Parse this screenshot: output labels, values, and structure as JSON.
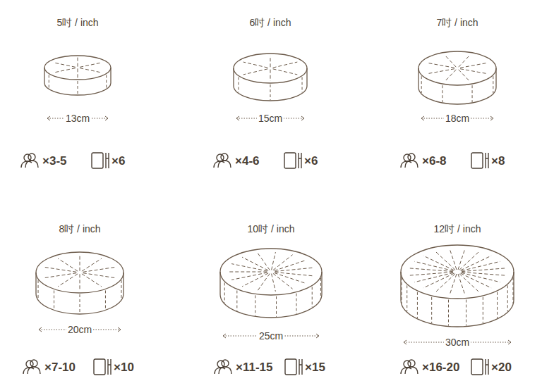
{
  "diagram": {
    "labels": [
      "5吋 / inch",
      "13cm",
      "×3-5",
      "×6",
      "6吋 / inch",
      "15cm",
      "×4-6",
      "×6",
      "7吋 / inch",
      "18cm",
      "×6-8",
      "×8",
      "8吋 / inch",
      "20cm",
      "×7-10",
      "×10",
      "10吋 / inch",
      "25cm",
      "×11-15",
      "×15",
      "12吋 / inch",
      "30cm",
      "×16-20",
      "×20"
    ]
  }
}
